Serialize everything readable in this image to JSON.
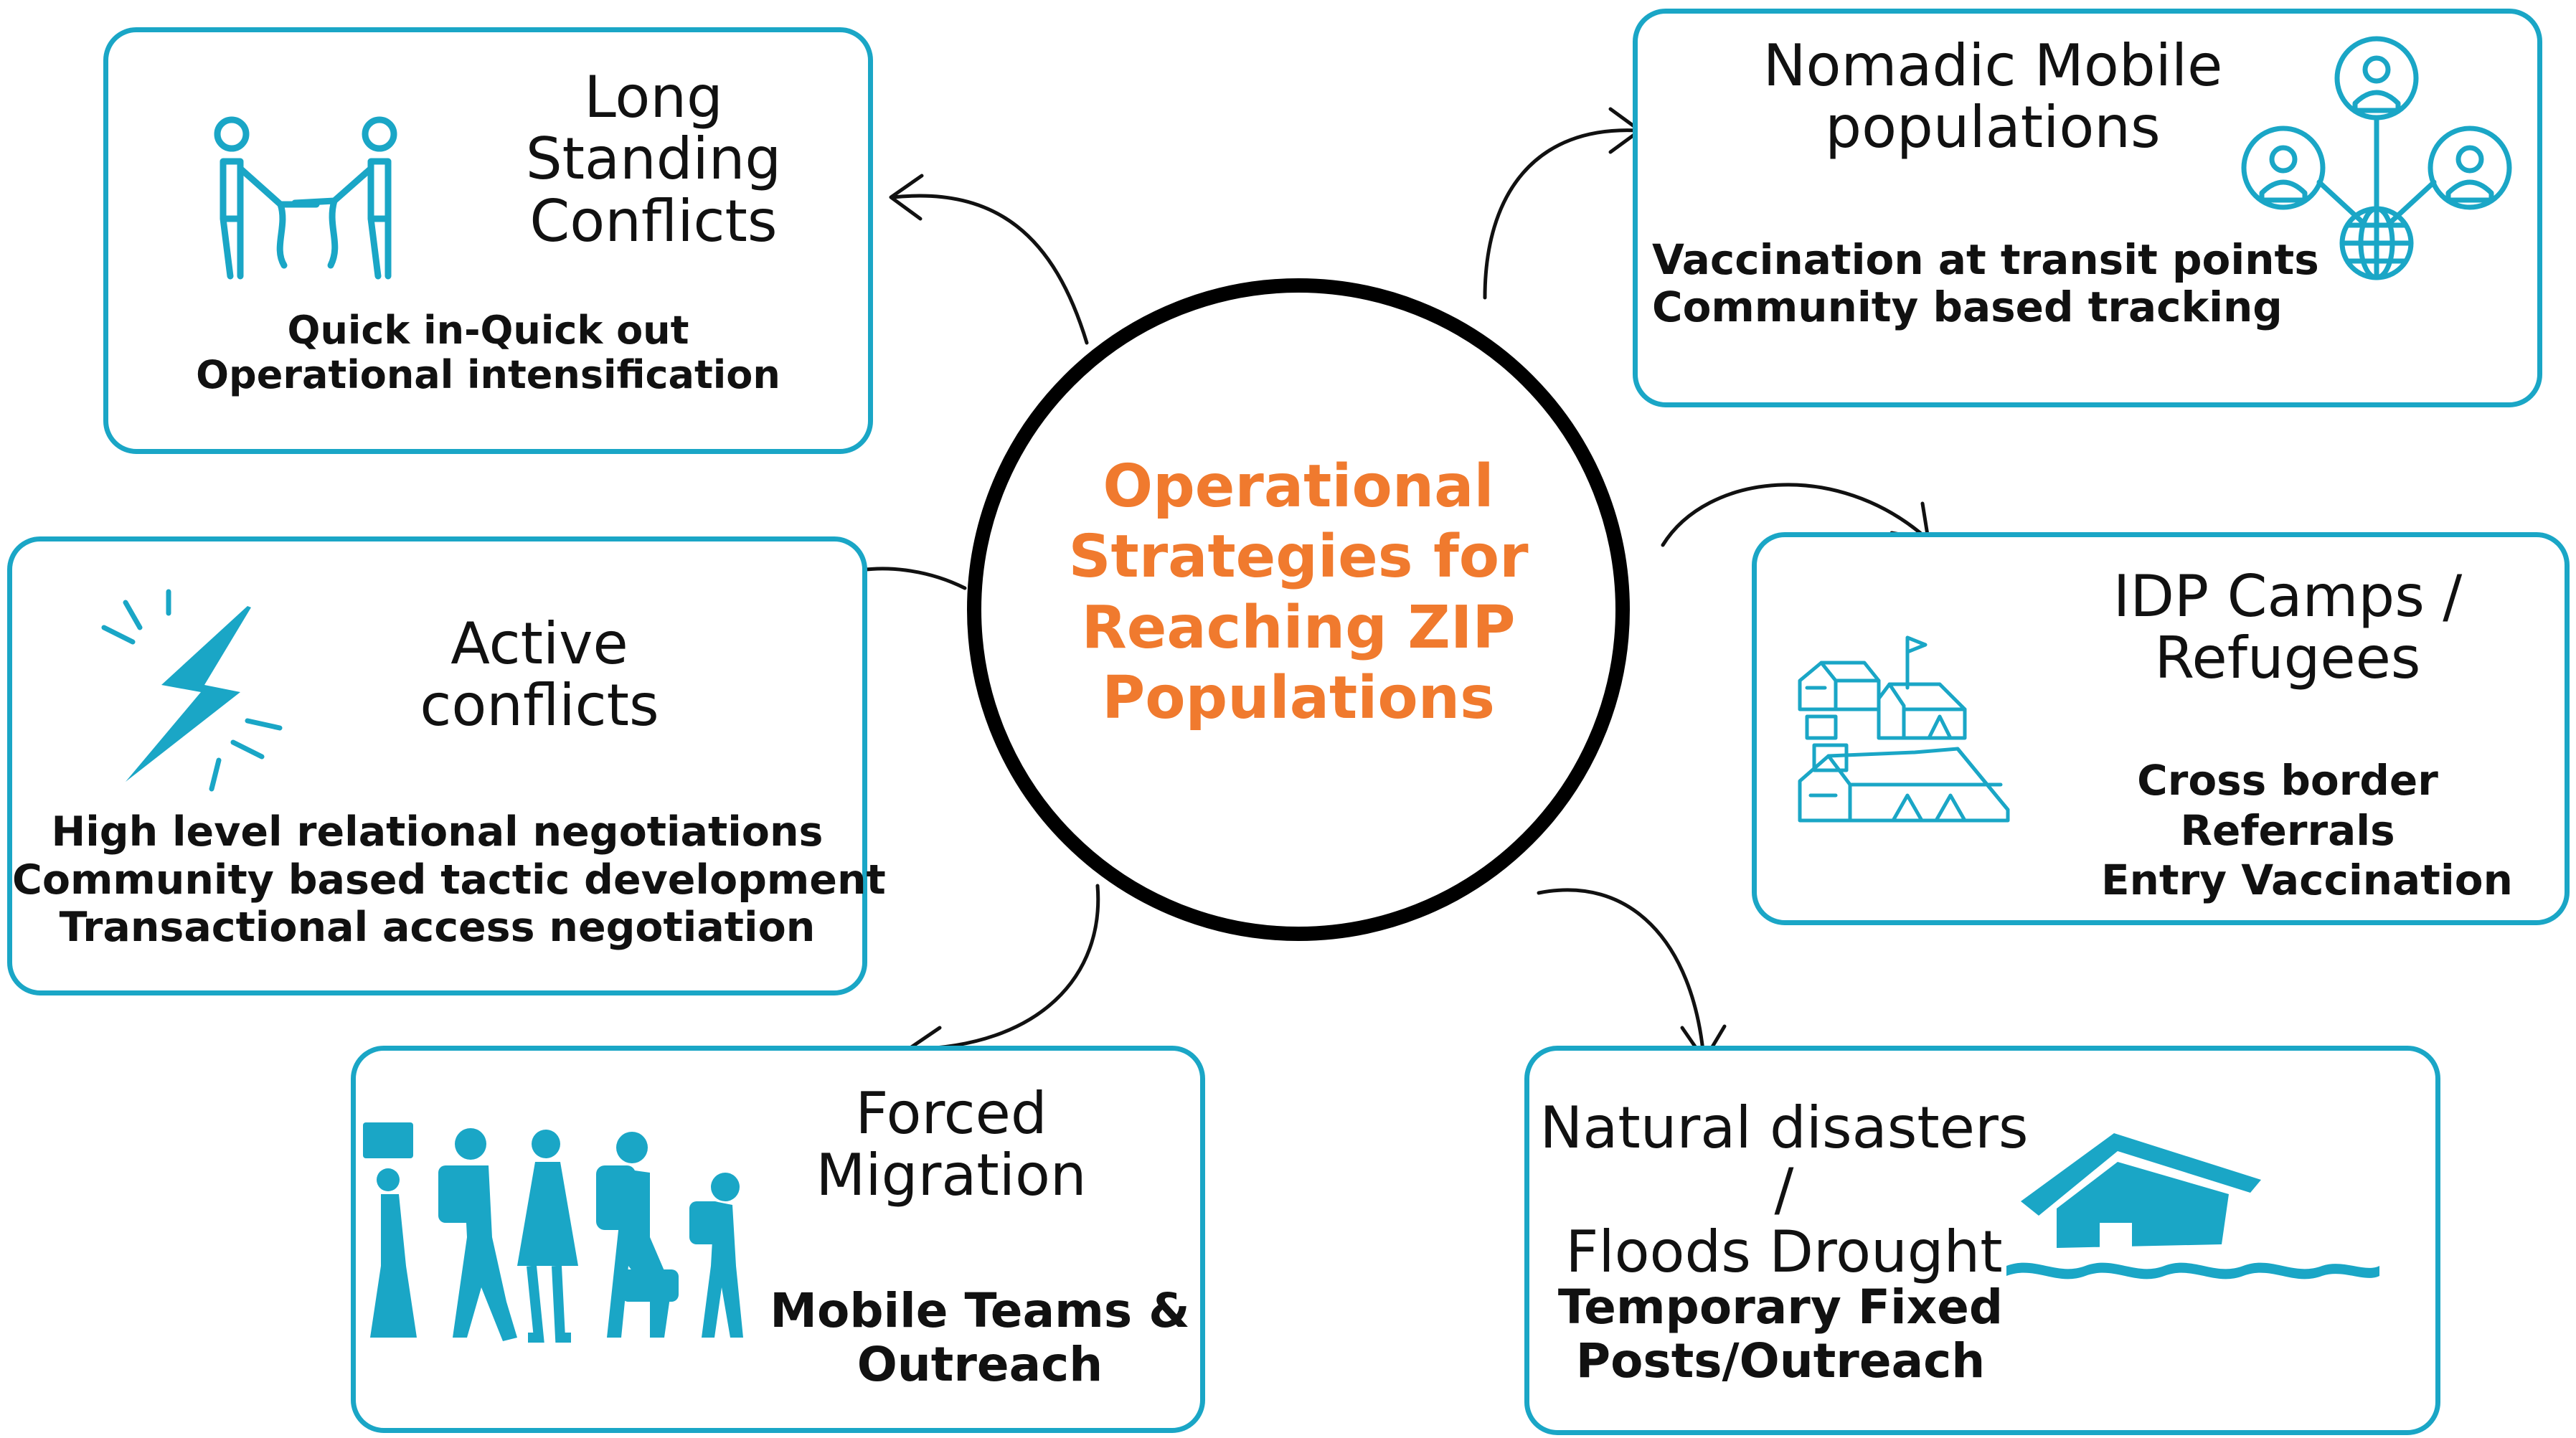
{
  "center": {
    "lines": [
      "Operational",
      "Strategies for",
      "Reaching ZIP",
      "Populations"
    ],
    "text_color": "#f07a2e",
    "ring_color": "#000000"
  },
  "accent_color": "#1aa6c6",
  "cards": {
    "long_standing": {
      "title": [
        "Long",
        "Standing",
        "Conflicts"
      ],
      "bullets": [
        "Quick in-Quick out",
        "Operational intensification"
      ],
      "icon": "tug-of-war-icon"
    },
    "nomadic": {
      "title": [
        "Nomadic Mobile",
        "populations"
      ],
      "bullets": [
        "Vaccination at transit points",
        "Community based tracking"
      ],
      "icon": "network-people-globe-icon"
    },
    "active": {
      "title": [
        "Active",
        "conflicts"
      ],
      "bullets": [
        "High level  relational negotiations",
        "Community based tactic development",
        "Transactional access negotiation"
      ],
      "icon": "lightning-icon"
    },
    "idp": {
      "title": [
        "IDP Camps /",
        "Refugees"
      ],
      "bullets": [
        "Cross border",
        "Referrals",
        "Entry Vaccination"
      ],
      "icon": "tent-camp-icon"
    },
    "forced": {
      "title": [
        "Forced",
        "Migration"
      ],
      "bullets": [
        "Mobile Teams &",
        "Outreach"
      ],
      "icon": "migrating-people-icon"
    },
    "natural": {
      "title": [
        "Natural disasters /",
        "Floods Drought"
      ],
      "bullets": [
        "Temporary Fixed",
        "Posts/Outreach"
      ],
      "icon": "flooded-house-icon"
    }
  }
}
